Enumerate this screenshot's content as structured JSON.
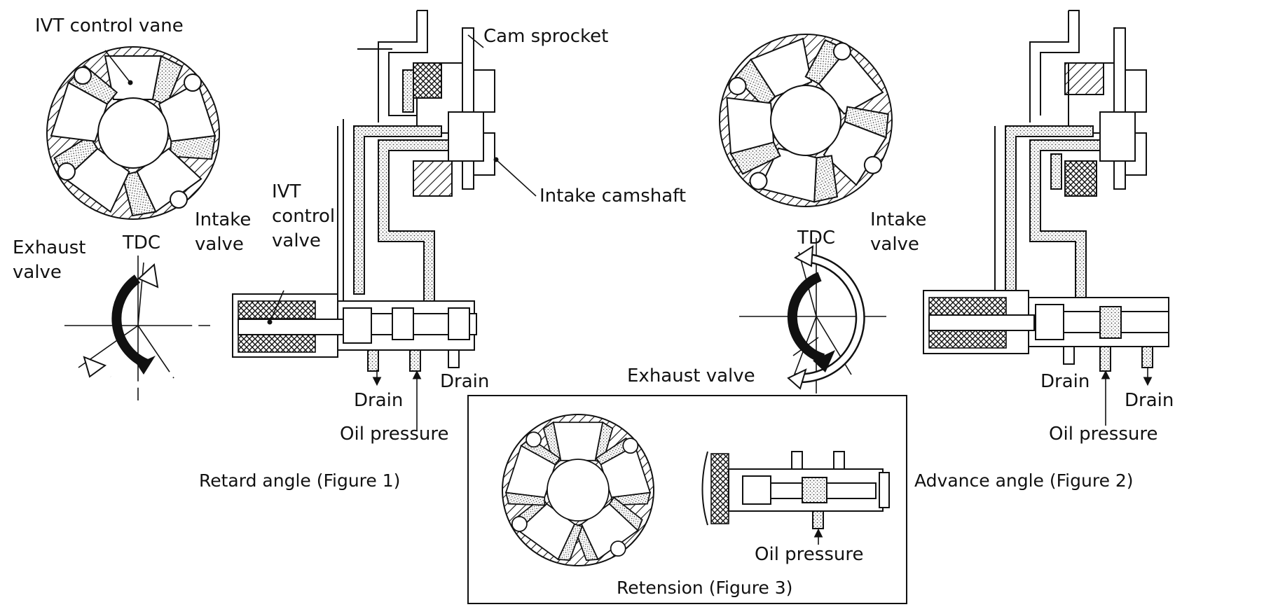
{
  "labels": {
    "ivt_control_vane": "IVT control vane",
    "cam_sprocket": "Cam sprocket",
    "intake_camshaft": "Intake camshaft",
    "exhaust_valve_l1": "Exhaust",
    "exhaust_valve_l2": "valve",
    "tdc_left": "TDC",
    "intake_valve_left_l1": "Intake",
    "intake_valve_left_l2": "valve",
    "ivt_control_valve_l1": "IVT",
    "ivt_control_valve_l2": "control",
    "ivt_control_valve_l3": "valve",
    "drain_f1_left": "Drain",
    "drain_f1_right": "Drain",
    "oil_pressure_f1": "Oil pressure",
    "tdc_right": "TDC",
    "intake_valve_right_l1": "Intake",
    "intake_valve_right_l2": "valve",
    "exhaust_valve_right": "Exhaust valve",
    "drain_f2_left": "Drain",
    "drain_f2_right": "Drain",
    "oil_pressure_f2": "Oil pressure",
    "oil_pressure_f3": "Oil pressure"
  },
  "captions": {
    "figure1": "Retard angle (Figure 1)",
    "figure2": "Advance angle (Figure 2)",
    "figure3": "Retension (Figure 3)"
  }
}
